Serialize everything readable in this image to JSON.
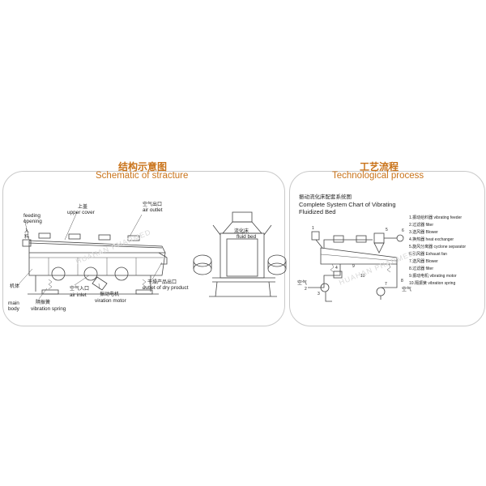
{
  "left": {
    "title_zh": "结构示意图",
    "title_en": "Schematic of stracture",
    "labels": {
      "upper_cover_zh": "上盖",
      "upper_cover_en": "upper cover",
      "air_outlet_zh": "空气出口",
      "air_outlet_en": "air outlet",
      "feeding_en_1": "feeding",
      "feeding_en_2": "opening",
      "feed_in_zh": "入",
      "feed_in_zh_2": "料",
      "fluid_bed_zh": "流化床",
      "fluid_bed_en": "fluid bed",
      "main_body_zh": "机体",
      "main_body_en_1": "main",
      "main_body_en_2": "body",
      "vibration_spring_zh": "隔振簧",
      "vibration_spring_en": "vibration spring",
      "air_inlet_zh": "空气入口",
      "air_inlet_en": "air inlet",
      "vibration_motor_zh": "振动电机",
      "vibration_motor_en": "viration motor",
      "dry_outlet_zh": "干燥产品出口",
      "dry_outlet_en": "outlet of dry product"
    },
    "watermark": "HUAHAN PHARMED"
  },
  "right": {
    "title_zh": "工艺流程",
    "title_en": "Technological process",
    "heading_zh": "振动流化床配套系统图",
    "heading_en_1": "Complete System Chart of Vibrating",
    "heading_en_2": "Fluidized Bed",
    "legend": [
      "1.振动给料器  vibrating feeder",
      "2.过滤器  filter",
      "3.送风器  Blower",
      "4.换热器  heat exchanger",
      "5.旋风分离器  cyclone separator",
      "6.引风器  Exhaust fan",
      "7.送风器  Blower",
      "8.过滤器  filter",
      "9.振动电机  vibrating motor",
      "10.隔振簧  vibration spring"
    ],
    "air_zh": "空气",
    "numbers": [
      "1",
      "2",
      "3",
      "4",
      "5",
      "6",
      "7",
      "8",
      "9",
      "10"
    ],
    "watermark": "HUAHAN PHARMED"
  }
}
